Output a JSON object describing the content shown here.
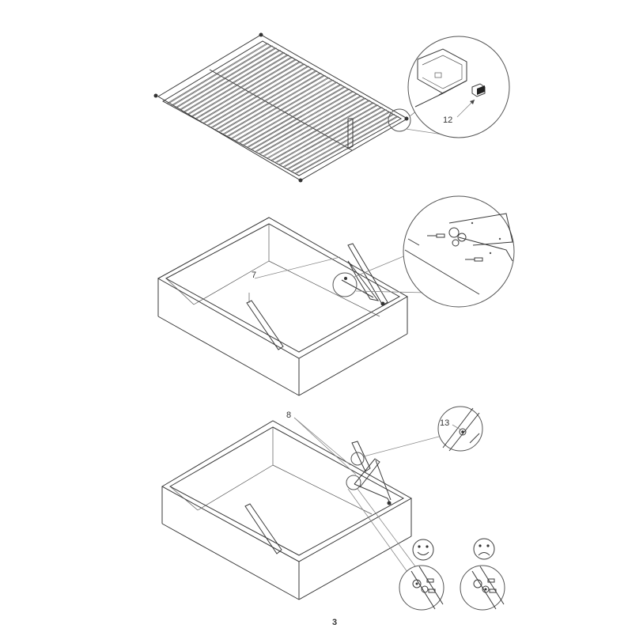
{
  "callouts": {
    "step1_part": "12",
    "step2_part": "7",
    "step3_part_a": "8",
    "step3_part_b": "13"
  },
  "page_number": "3",
  "indicators": {
    "correct": "smiley-face-icon",
    "incorrect": "frowning-face-icon"
  }
}
